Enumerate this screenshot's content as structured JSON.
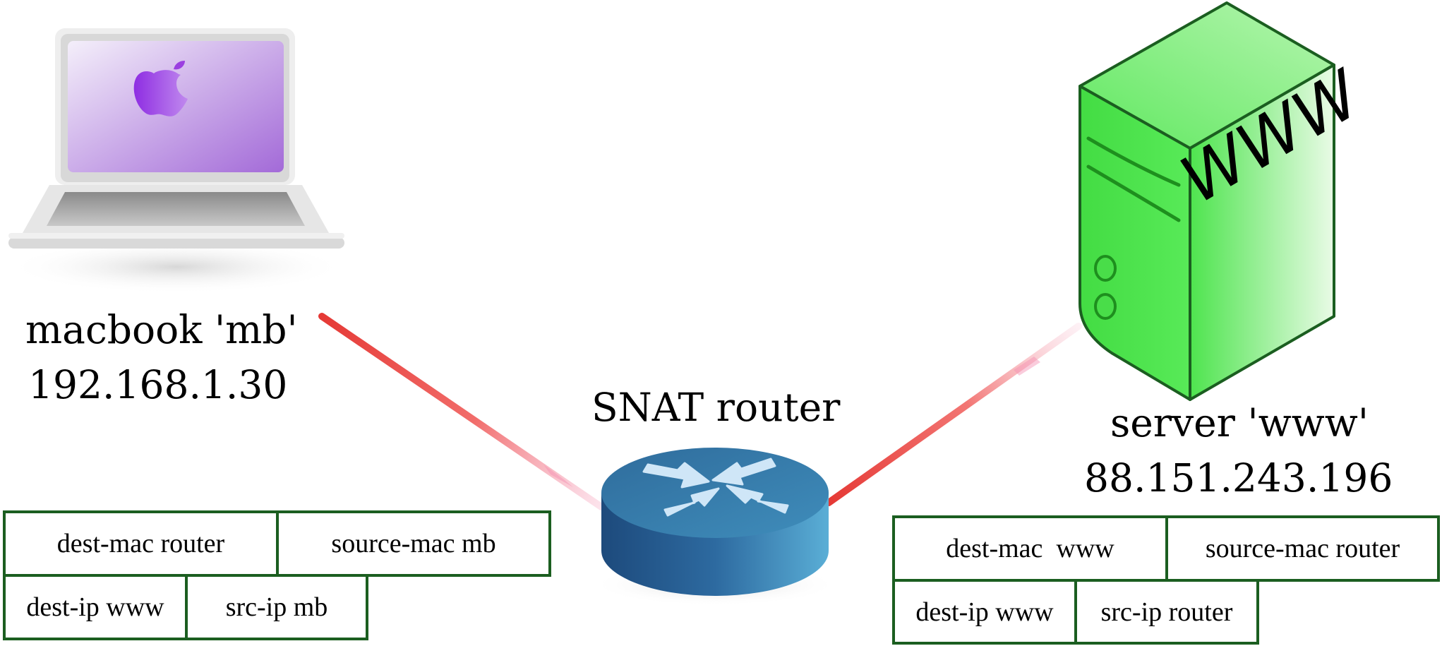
{
  "nodes": {
    "laptop": {
      "name": "macbook 'mb'",
      "ip": "192.168.1.30"
    },
    "router": {
      "name": "SNAT router"
    },
    "server": {
      "name": "server 'www'",
      "ip": "88.151.243.196",
      "case_text": "WWW"
    }
  },
  "packets": {
    "left": {
      "dest_mac": "dest-mac router",
      "source_mac": "source-mac mb",
      "dest_ip": "dest-ip www",
      "src_ip": "src-ip mb"
    },
    "right": {
      "dest_mac": "dest-mac  www",
      "source_mac": "source-mac router",
      "dest_ip": "dest-ip www",
      "src_ip": "src-ip router"
    }
  },
  "colors": {
    "link": "#e53935",
    "frame_border": "#1b5e20",
    "server_green": "#4ee44e",
    "router_blue": "#2e6fa0",
    "apple_purple": "#9b3fe0"
  }
}
